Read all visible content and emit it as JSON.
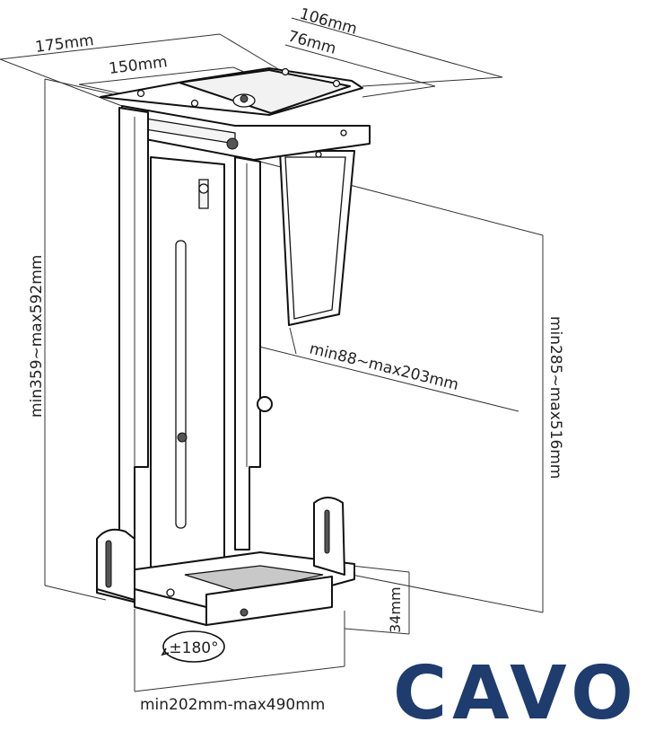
{
  "dimensions": {
    "top_depth_outer": "106mm",
    "top_depth_inner": "76mm",
    "top_width_outer": "175mm",
    "top_width_inner": "150mm",
    "total_height": "min359~max592mm",
    "inner_height": "min285~max516mm",
    "width_range": "min88~max203mm",
    "base_height": "34mm",
    "base_length": "min202mm-max490mm"
  },
  "rotation_label": "±180°",
  "brand": {
    "logo_text": "CAVO",
    "color": "#1f3c6e"
  }
}
